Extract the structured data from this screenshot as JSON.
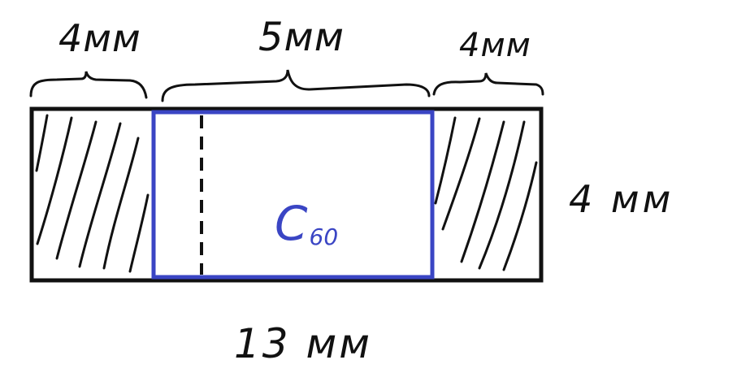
{
  "labels": {
    "left_width": "4мм",
    "middle_width": "5мм",
    "right_width": "4мм",
    "height": "4 мм",
    "total_width": "13 мм",
    "center_symbol": "C",
    "center_subscript": "60"
  },
  "colors": {
    "outline": "#111111",
    "inner_rect": "#3a45c4",
    "hatch": "#111111"
  }
}
